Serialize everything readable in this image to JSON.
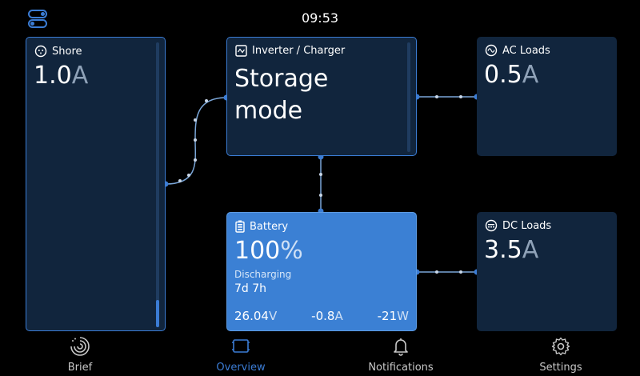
{
  "status_bar": {
    "time": "09:53"
  },
  "tiles": {
    "shore": {
      "title": "Shore",
      "value": "1.0",
      "unit": "A"
    },
    "inverter": {
      "title": "Inverter / Charger",
      "mode_line1": "Storage",
      "mode_line2": "mode"
    },
    "ac_loads": {
      "title": "AC Loads",
      "value": "0.5",
      "unit": "A"
    },
    "battery": {
      "title": "Battery",
      "soc": "100",
      "soc_unit": "%",
      "state": "Discharging",
      "time_to_go": "7d 7h",
      "voltage": "26.04",
      "voltage_unit": "V",
      "current": "-0.8",
      "current_unit": "A",
      "power": "-21",
      "power_unit": "W"
    },
    "dc_loads": {
      "title": "DC Loads",
      "value": "3.5",
      "unit": "A"
    }
  },
  "nav": {
    "items": [
      {
        "label": "Brief",
        "icon": "brief-icon"
      },
      {
        "label": "Overview",
        "icon": "overview-icon",
        "active": true
      },
      {
        "label": "Notifications",
        "icon": "bell-icon"
      },
      {
        "label": "Settings",
        "icon": "gear-icon"
      }
    ]
  },
  "colors": {
    "accent": "#3b7cd4",
    "tile_bg": "#11253d",
    "battery_bg": "#3b80d4",
    "background": "#000000"
  }
}
